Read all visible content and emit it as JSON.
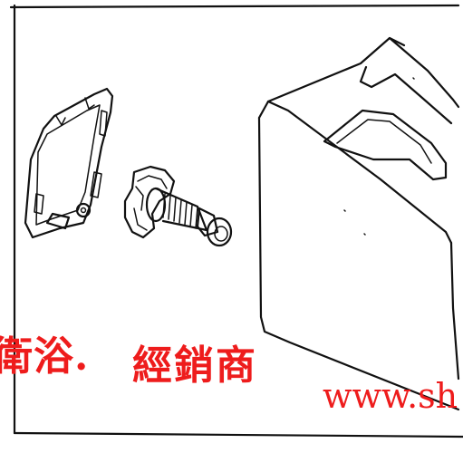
{
  "watermark": {
    "shop_text": "衛浴.",
    "dealer_text": "經銷商",
    "url_text": "www.sh",
    "color": "#ee1c1c"
  },
  "parts": [
    {
      "name": "access-cover-plate"
    },
    {
      "name": "drain-valve-knob"
    },
    {
      "name": "water-tank"
    }
  ]
}
